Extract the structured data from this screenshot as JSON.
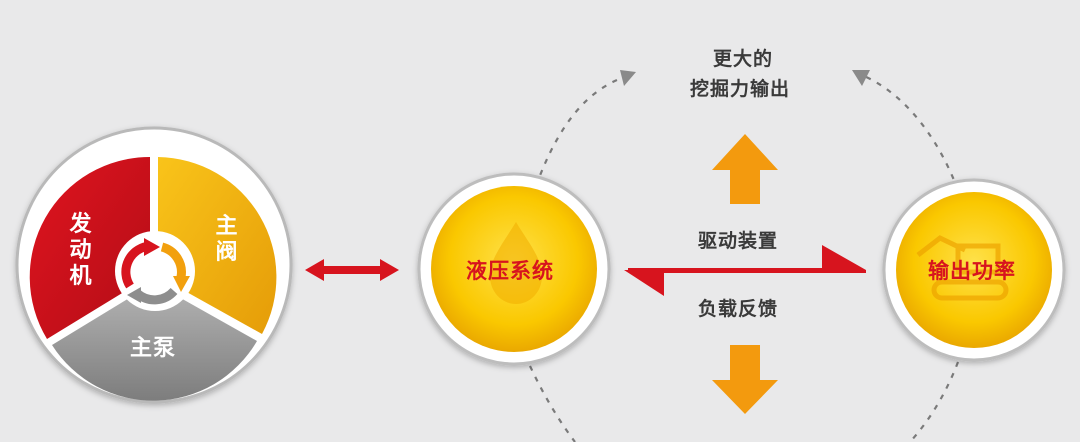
{
  "labels": {
    "output_top_line1": "更大的",
    "output_top_line2": "挖掘力输出",
    "drive": "驱动装置",
    "feedback": "负载反馈",
    "hydraulic": "液压系统",
    "power": "输出功率",
    "engine": "发动机",
    "main_valve": "主阀",
    "main_pump": "主泵"
  },
  "colors": {
    "background": "#e9e9ea",
    "red": "#d7141e",
    "yellow": "#f5c400",
    "orange": "#f39a0e",
    "gray": "#9a9a9a"
  }
}
